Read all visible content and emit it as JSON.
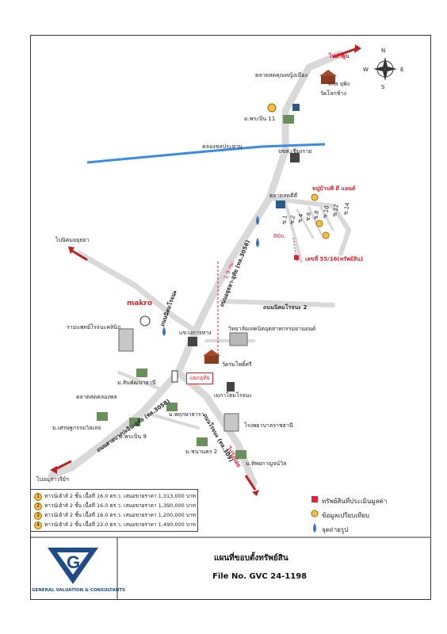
{
  "map": {
    "north_label": "N",
    "south_label": "S",
    "east_label": "E",
    "west_label": "W",
    "to_road_top": "ไปลำพูน",
    "hospital_top": "ตลาดสดคุณหญิงเมือง",
    "temple_label": "สกล ยุพิง",
    "wat_label": "วัดโลกช้าง",
    "village11": "ม.พระปิ่น 11",
    "canal_label": "คลองชลประทาน",
    "market2": "บขส.เชียงราย",
    "project_label": "หมู่บ้านพี ดี แลนด์",
    "market3": "ตลาดสดดีดี",
    "soi_labels": [
      "ซ.1",
      "ซ.2",
      "ซ.4",
      "ซ.6",
      "ซ.8",
      "ซ.10",
      "ซ.12",
      "ซ.14"
    ],
    "distance_label": "60ม.",
    "subject_label": "เลขที่ 55/16(ทรัพย์สิน)",
    "to_ayutthaya": "ไปนิคมอยุธยา",
    "road_main": "ถนนอยุธยา-อุทัย (ทล.3056)",
    "dist_19": "1.9 กม.",
    "road_left": "ถนนนิคมโรจนะ",
    "road_rojana2": "ถนนนิคมโรจนะ 2",
    "makro": "makro",
    "hospital_left": "รามแพทย์โรจนะคลินิก",
    "police": "แขวงการทาง",
    "college": "วิทยาลัยเทคนิคอุตสาหกรรมยานยนต์",
    "wat2": "วัดร่มโพธิ์ศรี",
    "subject_box": "แยกอุทัย",
    "village_sinwattana": "ม.สินพัฒนาธานี",
    "market_left": "ตลาดสดคลองพล",
    "road_left2": "ถนนสายบางปะอิน-อุทัย (ทล.3058)",
    "village_prukpirom": "ม.พฤกษาธารา",
    "mall": "เมกาโฮมโรจนะ",
    "village_left": "ม.เศรษฐกรรมวิลเลจ",
    "village_praphin9": "ม.พระปิ่น 9",
    "road_rojana": "ถนนโรจนะ (ทล.309)",
    "school": "โรงพยาบาลราชธานี",
    "village_nakorn2": "ม.ชนานคร 2",
    "village_thep": "ม.ทิพยกาญจน์วิล",
    "to_wangnoi": "ไปวังน้อย",
    "to_ayutthaya_bottom": "ไปอนุสาวรีย์ฯ"
  },
  "legend": {
    "items": [
      {
        "num": "1",
        "text": "ทาวน์เฮ้าส์ 2 ชั้น เนื้อที่ 16.0 ตร.ว. เสนอขายราคา 1,313,000 บาท"
      },
      {
        "num": "2",
        "text": "ทาวน์เฮ้าส์ 2 ชั้น เนื้อที่ 16.0 ตร.ว. เสนอขายราคา 1,390,000 บาท"
      },
      {
        "num": "3",
        "text": "ทาวน์เฮ้าส์ 2 ชั้น เนื้อที่ 16.0 ตร.ว. เสนอขายราคา 1,200,000 บาท"
      },
      {
        "num": "4",
        "text": "ทาวน์เฮ้าส์ 2 ชั้น เนื้อที่ 22.0 ตร.ว. เสนอขายราคา 1,490,000 บาท"
      }
    ]
  },
  "key": {
    "subject": "ทรัพย์สินที่ประเมินมูลค่า",
    "comparable": "ข้อมูลเปรียบเทียบ",
    "photo": "จุดถ่ายรูป"
  },
  "footer": {
    "title": "แผนที่ขอบตั้งทรัพย์สิน",
    "file_no": "File No. GVC 24-1198",
    "company": "GENERAL VALUATION & CONSULTANTS"
  },
  "colors": {
    "road": "#d8d8d8",
    "canal": "#3b8be0",
    "subject_red": "#d23",
    "comparable": "#f3c04b",
    "logo": "#1e4c8a"
  }
}
